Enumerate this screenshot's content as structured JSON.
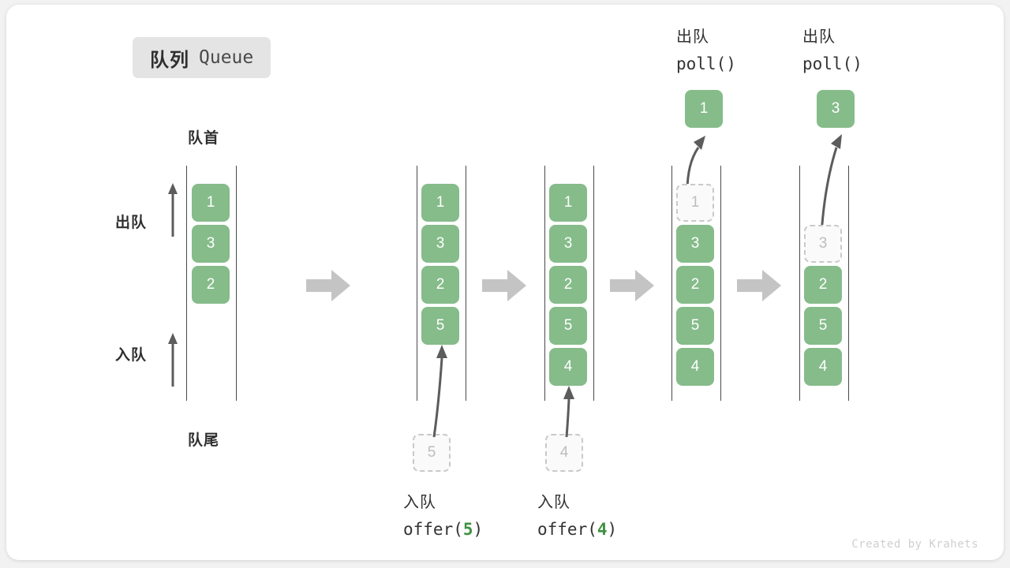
{
  "title": {
    "cn": "队列",
    "en": "Queue"
  },
  "labels": {
    "front": "队首",
    "rear": "队尾",
    "dequeue": "出队",
    "enqueue": "入队"
  },
  "credit": "Created by Krahets",
  "colors": {
    "cell_green": "#85bc8a",
    "code_number_green": "#3f9142",
    "ghost_border": "#c9c9c9",
    "ghost_text": "#bdbdbd",
    "rail": "#4a4a4a",
    "block_arrow": "#c4c4c4",
    "thin_arrow": "#5c5c5c",
    "badge_bg": "#e4e4e4",
    "card_bg": "#ffffff",
    "page_bg": "#f2f2f2"
  },
  "stages": [
    {
      "id": "initial",
      "cells": [
        "1",
        "3",
        "2"
      ],
      "ghost_index": -1,
      "caption_cn": "",
      "caption_code": "",
      "incoming": null,
      "outgoing": null
    },
    {
      "id": "offer-5",
      "cells": [
        "1",
        "3",
        "2",
        "5"
      ],
      "ghost_index": -1,
      "caption_cn": "入队",
      "caption_code_prefix": "offer(",
      "caption_code_num": "5",
      "caption_code_suffix": ")",
      "incoming": "5",
      "outgoing": null
    },
    {
      "id": "offer-4",
      "cells": [
        "1",
        "3",
        "2",
        "5",
        "4"
      ],
      "ghost_index": -1,
      "caption_cn": "入队",
      "caption_code_prefix": "offer(",
      "caption_code_num": "4",
      "caption_code_suffix": ")",
      "incoming": "4",
      "outgoing": null
    },
    {
      "id": "poll-1",
      "cells": [
        "1",
        "3",
        "2",
        "5",
        "4"
      ],
      "ghost_index": 0,
      "caption_cn": "出队",
      "caption_code_prefix": "poll(",
      "caption_code_num": "",
      "caption_code_suffix": ")",
      "incoming": null,
      "outgoing": "1"
    },
    {
      "id": "poll-3",
      "cells": [
        "3",
        "2",
        "5",
        "4"
      ],
      "ghost_index": 0,
      "caption_cn": "出队",
      "caption_code_prefix": "poll(",
      "caption_code_num": "",
      "caption_code_suffix": ")",
      "incoming": null,
      "outgoing": "3"
    }
  ],
  "stage_cells": {
    "s0": [
      "1",
      "3",
      "2"
    ],
    "s1": [
      "1",
      "3",
      "2",
      "5"
    ],
    "s2": [
      "1",
      "3",
      "2",
      "5",
      "4"
    ],
    "s3": [
      "1",
      "3",
      "2",
      "5",
      "4"
    ],
    "s4": [
      "3",
      "2",
      "5",
      "4"
    ]
  },
  "flat": {
    "s0_c0": "1",
    "s0_c1": "3",
    "s0_c2": "2",
    "s1_c0": "1",
    "s1_c1": "3",
    "s1_c2": "2",
    "s1_c3": "5",
    "s2_c0": "1",
    "s2_c1": "3",
    "s2_c2": "2",
    "s2_c3": "5",
    "s2_c4": "4",
    "s3_c0": "1",
    "s3_c1": "3",
    "s3_c2": "2",
    "s3_c3": "5",
    "s3_c4": "4",
    "s4_c0": "3",
    "s4_c1": "2",
    "s4_c2": "5",
    "s4_c3": "4",
    "in_5": "5",
    "in_4": "4",
    "out_1": "1",
    "out_3": "3",
    "offer5_cn": "入队",
    "offer5_prefix": "offer(",
    "offer5_num": "5",
    "offer5_suffix": ")",
    "offer4_cn": "入队",
    "offer4_prefix": "offer(",
    "offer4_num": "4",
    "offer4_suffix": ")",
    "poll1_cn": "出队",
    "poll1_code": "poll()",
    "poll3_cn": "出队",
    "poll3_code": "poll()"
  }
}
